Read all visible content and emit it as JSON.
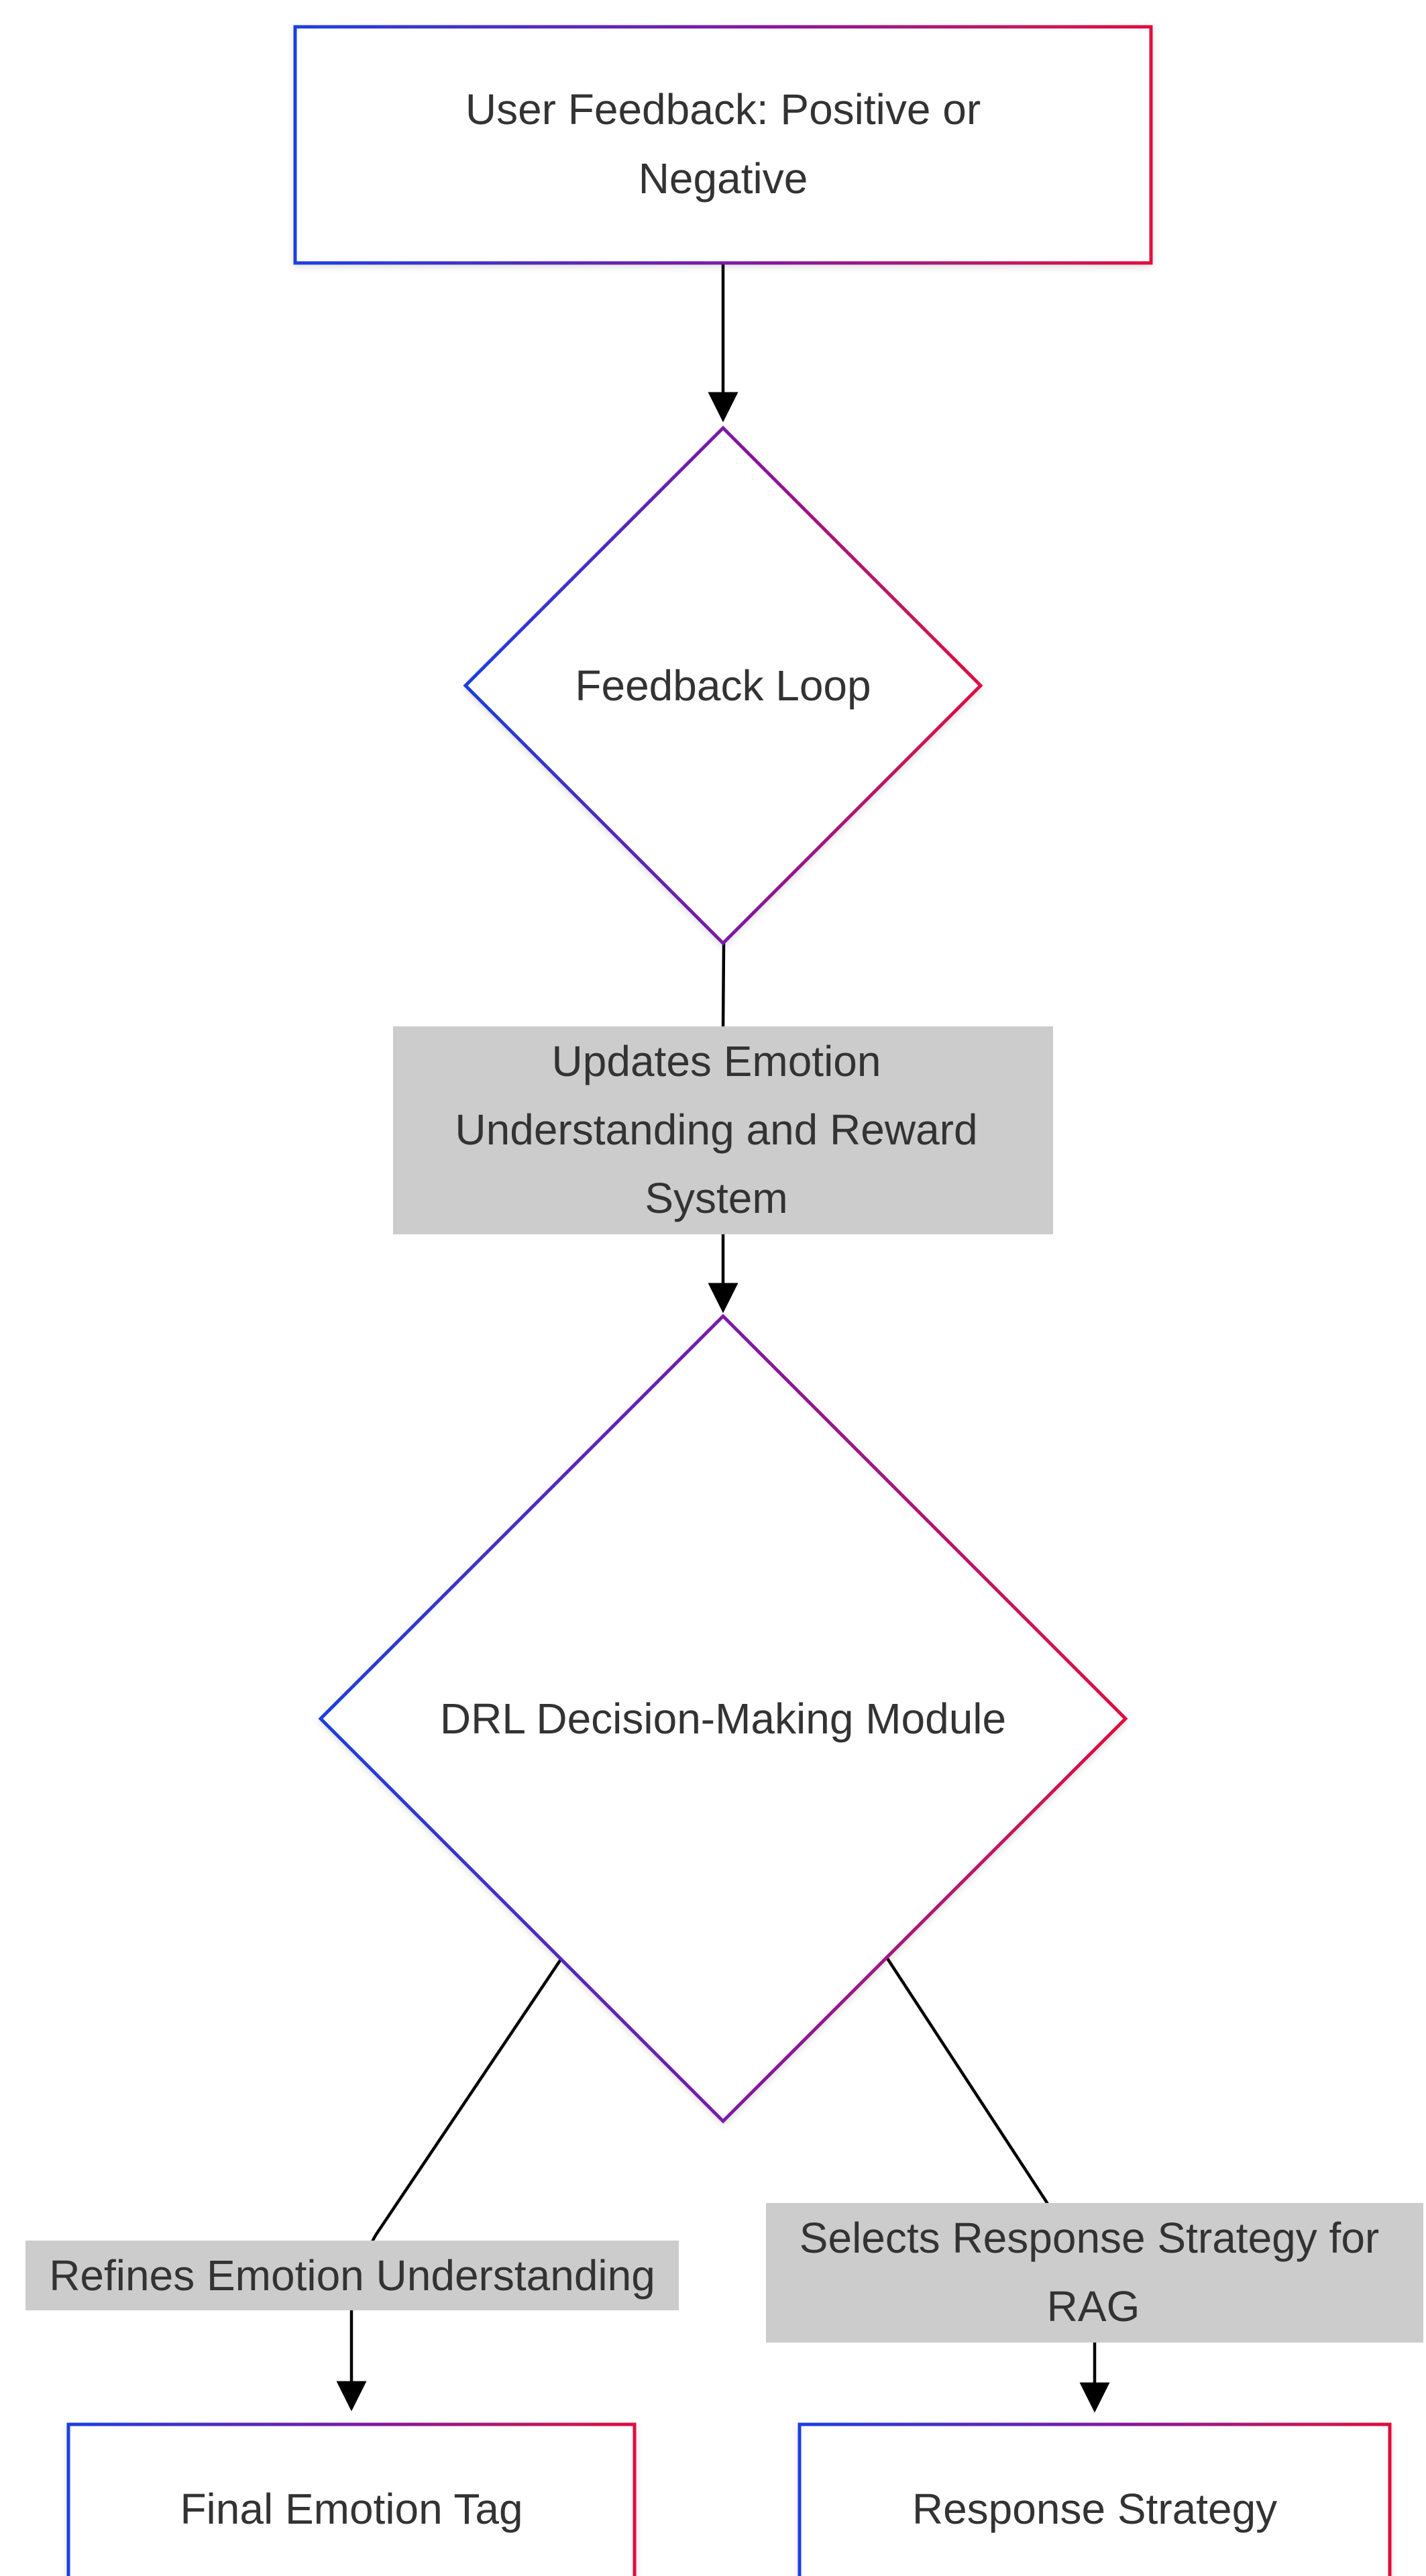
{
  "colors": {
    "border_gradient_start": "#1b3fe0",
    "border_gradient_mid": "#7a1aa6",
    "border_gradient_end": "#e0103e",
    "edge": "#000000",
    "edge_label_bg": "#cccccc",
    "text": "#333333",
    "background": "#ffffff"
  },
  "nodes": {
    "user_feedback": {
      "line1": "User Feedback: Positive or",
      "line2": "Negative"
    },
    "feedback_loop": {
      "label": "Feedback Loop"
    },
    "drl_module": {
      "label": "DRL Decision-Making Module"
    },
    "final_emotion_tag": {
      "label": "Final Emotion Tag"
    },
    "response_strategy": {
      "label": "Response Strategy"
    }
  },
  "edges": {
    "updates": {
      "line1": "Updates Emotion",
      "line2": "Understanding and Reward",
      "line3": "System"
    },
    "refines": {
      "label": "Refines Emotion Understanding"
    },
    "selects": {
      "line1": "Selects Response Strategy for",
      "line2": "RAG"
    }
  }
}
